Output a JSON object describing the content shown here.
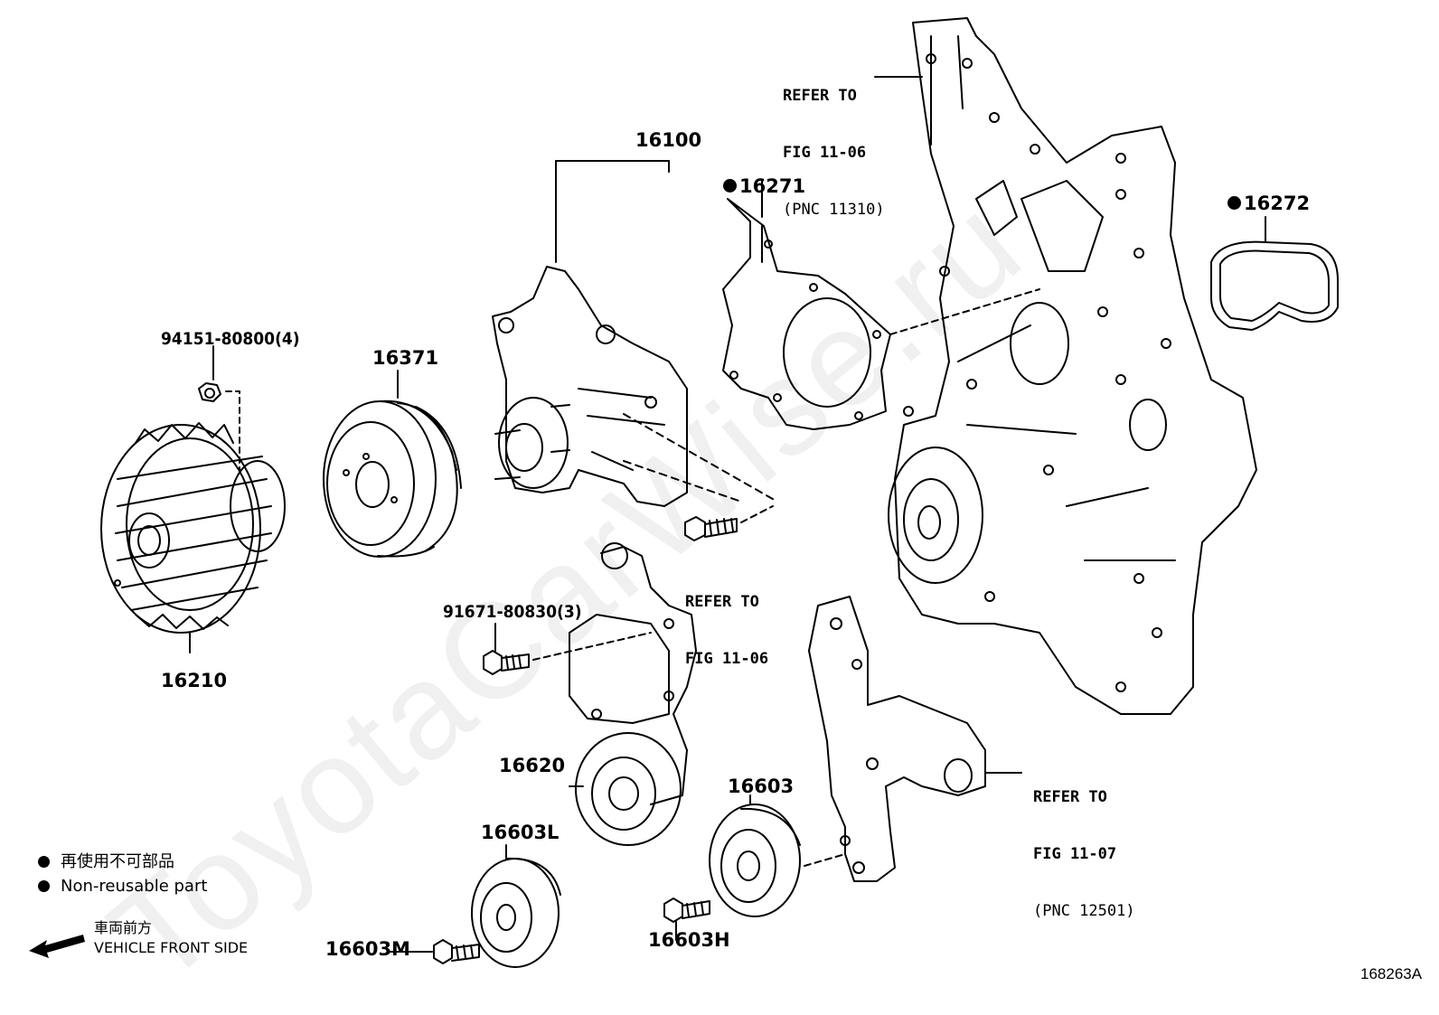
{
  "watermark": "ToyotaCarWise.ru",
  "diagram_code": "168263A",
  "parts": {
    "p16100": "16100",
    "p16271": "16271",
    "p16272": "16272",
    "p16371": "16371",
    "p16210": "16210",
    "p94151": "94151-80800(4)",
    "p91671": "91671-80830(3)",
    "p16620": "16620",
    "p16603": "16603",
    "p16603L": "16603L",
    "p16603M": "16603M",
    "p16603H": "16603H"
  },
  "refs": {
    "ref_top_1": "REFER TO",
    "ref_top_2": "FIG 11-06",
    "ref_top_3": "(PNC 11310)",
    "ref_mid_1": "REFER TO",
    "ref_mid_2": "FIG 11-06",
    "ref_right_1": "REFER TO",
    "ref_right_2": "FIG 11-07",
    "ref_right_3": "(PNC 12501)"
  },
  "legend": {
    "item_jp": "再使用不可部品",
    "item_en": "Non-reusable part"
  },
  "front": {
    "jp": "車両前方",
    "en": "VEHICLE FRONT SIDE"
  }
}
